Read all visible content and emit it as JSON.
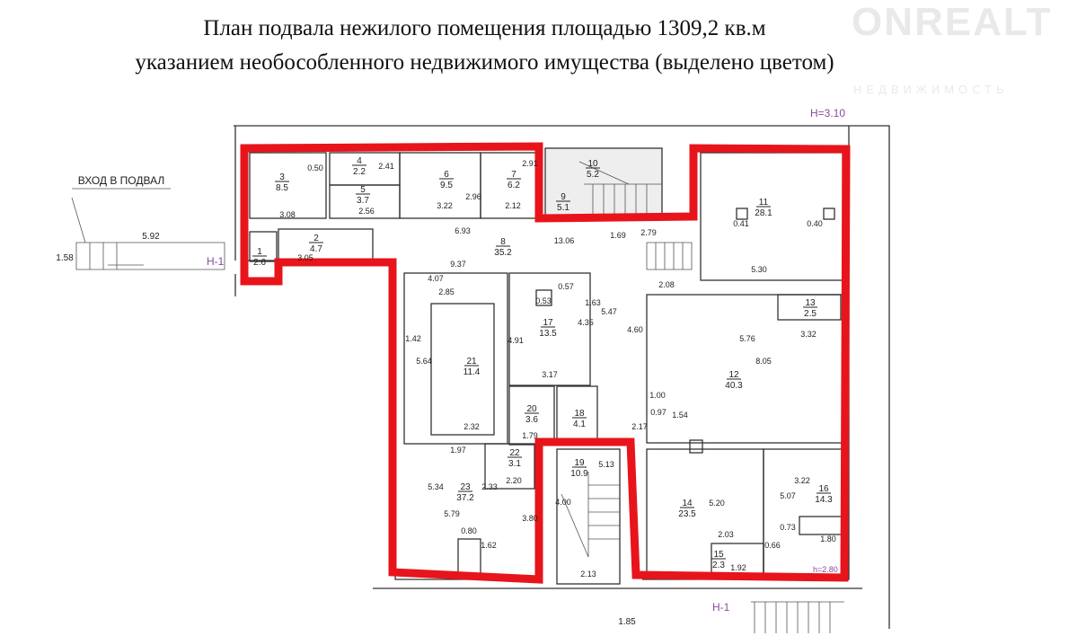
{
  "title_line1": "План подвала нежилого помещения площадью 1309,2 кв.м",
  "title_line2": "указанием необособленного недвижимого имущества (выделено цветом)",
  "watermark": {
    "brand": "ONREALT",
    "sub": "НЕДВИЖИМОСТЬ"
  },
  "labels": {
    "entrance": "ВХОД В ПОДВАЛ",
    "height_top": "H=3.10",
    "height_bottom": "h=2.80",
    "section_left": "H-1",
    "section_bottom": "H-1",
    "ramp_len": "5.92",
    "ramp_w": "1.58",
    "dim_bottom": "1.85"
  },
  "highlight_color": "#e8141b",
  "rooms": [
    {
      "number": "1",
      "area": "2.6"
    },
    {
      "number": "2",
      "area": "4.7"
    },
    {
      "number": "3",
      "area": "8.5"
    },
    {
      "number": "4",
      "area": "2.2"
    },
    {
      "number": "5",
      "area": "3.7"
    },
    {
      "number": "6",
      "area": "9.5"
    },
    {
      "number": "7",
      "area": "6.2"
    },
    {
      "number": "8",
      "area": "35.2"
    },
    {
      "number": "9",
      "area": "5.1"
    },
    {
      "number": "10",
      "area": "5.2"
    },
    {
      "number": "11",
      "area": "28.1"
    },
    {
      "number": "12",
      "area": "40.3"
    },
    {
      "number": "13",
      "area": "2.5"
    },
    {
      "number": "14",
      "area": "23.5"
    },
    {
      "number": "15",
      "area": "2.3"
    },
    {
      "number": "16",
      "area": "14.3"
    },
    {
      "number": "17",
      "area": "13.5"
    },
    {
      "number": "18",
      "area": "4.1"
    },
    {
      "number": "19",
      "area": "10.9"
    },
    {
      "number": "20",
      "area": "3.6"
    },
    {
      "number": "21",
      "area": "11.4"
    },
    {
      "number": "22",
      "area": "3.1"
    },
    {
      "number": "23",
      "area": "37.2"
    }
  ],
  "dims": [
    "3.08",
    "0.50",
    "2.41",
    "2.56",
    "3.22",
    "2.12",
    "6.93",
    "13.06",
    "9.37",
    "3.05",
    "4.07",
    "2.85",
    "1.42",
    "5.64",
    "3.17",
    "2.32",
    "1.97",
    "2.33",
    "2.20",
    "5.79",
    "0.80",
    "2.13",
    "5.30",
    "2.08",
    "1.63",
    "5.76",
    "8.05",
    "3.32",
    "5.20",
    "2.03",
    "1.92",
    "3.22",
    "1.80",
    "0.66",
    "0.41",
    "0.40",
    "2.96",
    "2.91",
    "1.69",
    "2.79",
    "4.60",
    "1.54",
    "0.53",
    "0.57",
    "4.35",
    "5.47",
    "4.91",
    "5.34",
    "3.80",
    "1.62",
    "4.00",
    "5.13",
    "5.07",
    "0.73",
    "1.00",
    "0.97",
    "2.17",
    "1.79"
  ]
}
